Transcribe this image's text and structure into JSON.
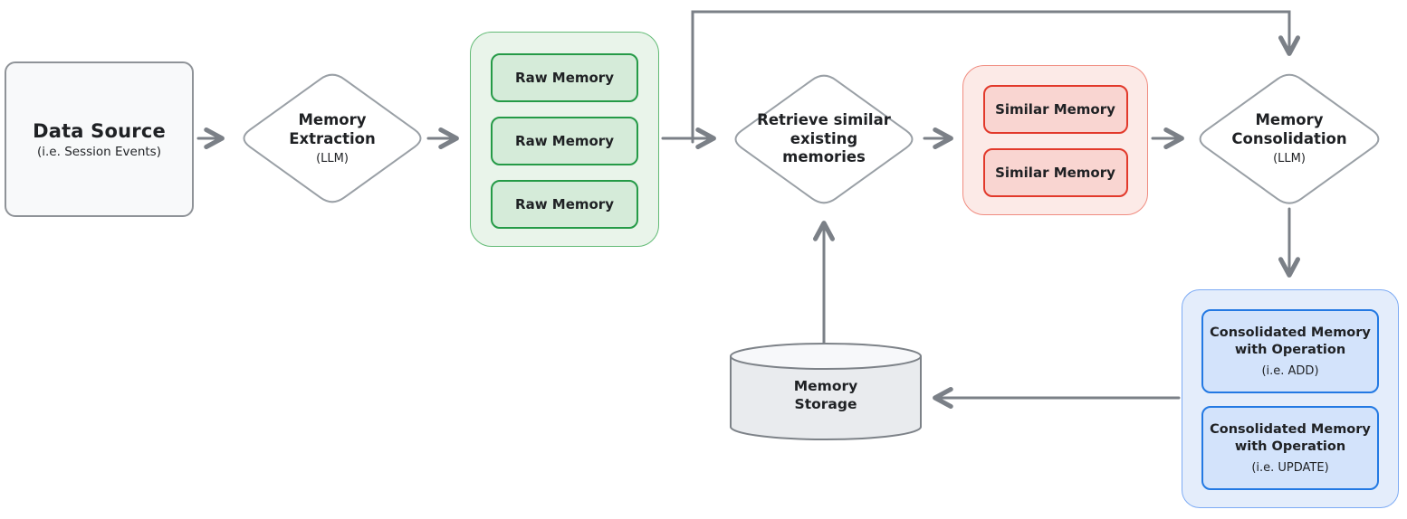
{
  "colors": {
    "arrow-color": "#7b8087",
    "node-fill": "#f8f9fa",
    "node-border": "#8f9398",
    "diamond-border": "#9aa0a6",
    "green-container-fill": "#e9f4ea",
    "green-container-border": "#63bb76",
    "green-box-fill": "#d5ebd9",
    "green-box-border": "#259a47",
    "red-container-fill": "#fceae7",
    "red-container-border": "#f08c80",
    "red-box-fill": "#f9d5d1",
    "red-box-border": "#e2392b",
    "blue-container-fill": "#e4edfb",
    "blue-container-border": "#7dabf4",
    "blue-box-fill": "#d3e3fb",
    "blue-box-border": "#2379e3",
    "cylinder-fill": "#e9ebee",
    "cylinder-top-fill": "#f7f8fa",
    "cylinder-border": "#7d8288"
  },
  "nodes": {
    "data_source": {
      "title": "Data Source",
      "subtitle": "(i.e. Session Events)"
    },
    "memory_extraction": {
      "title": "Memory Extraction",
      "subtitle": "(LLM)"
    },
    "raw_memories": {
      "items": [
        "Raw Memory",
        "Raw Memory",
        "Raw Memory"
      ]
    },
    "retrieve": {
      "title": "Retrieve similar existing memories"
    },
    "similar_memories": {
      "items": [
        "Similar Memory",
        "Similar Memory"
      ]
    },
    "memory_consolidation": {
      "title": "Memory Consolidation",
      "subtitle": "(LLM)"
    },
    "consolidated_memories": {
      "items": [
        {
          "title": "Consolidated Memory with Operation",
          "subtitle": "(i.e. ADD)"
        },
        {
          "title": "Consolidated Memory with Operation",
          "subtitle": "(i.e. UPDATE)"
        }
      ]
    },
    "memory_storage": {
      "title": "Memory Storage"
    }
  }
}
